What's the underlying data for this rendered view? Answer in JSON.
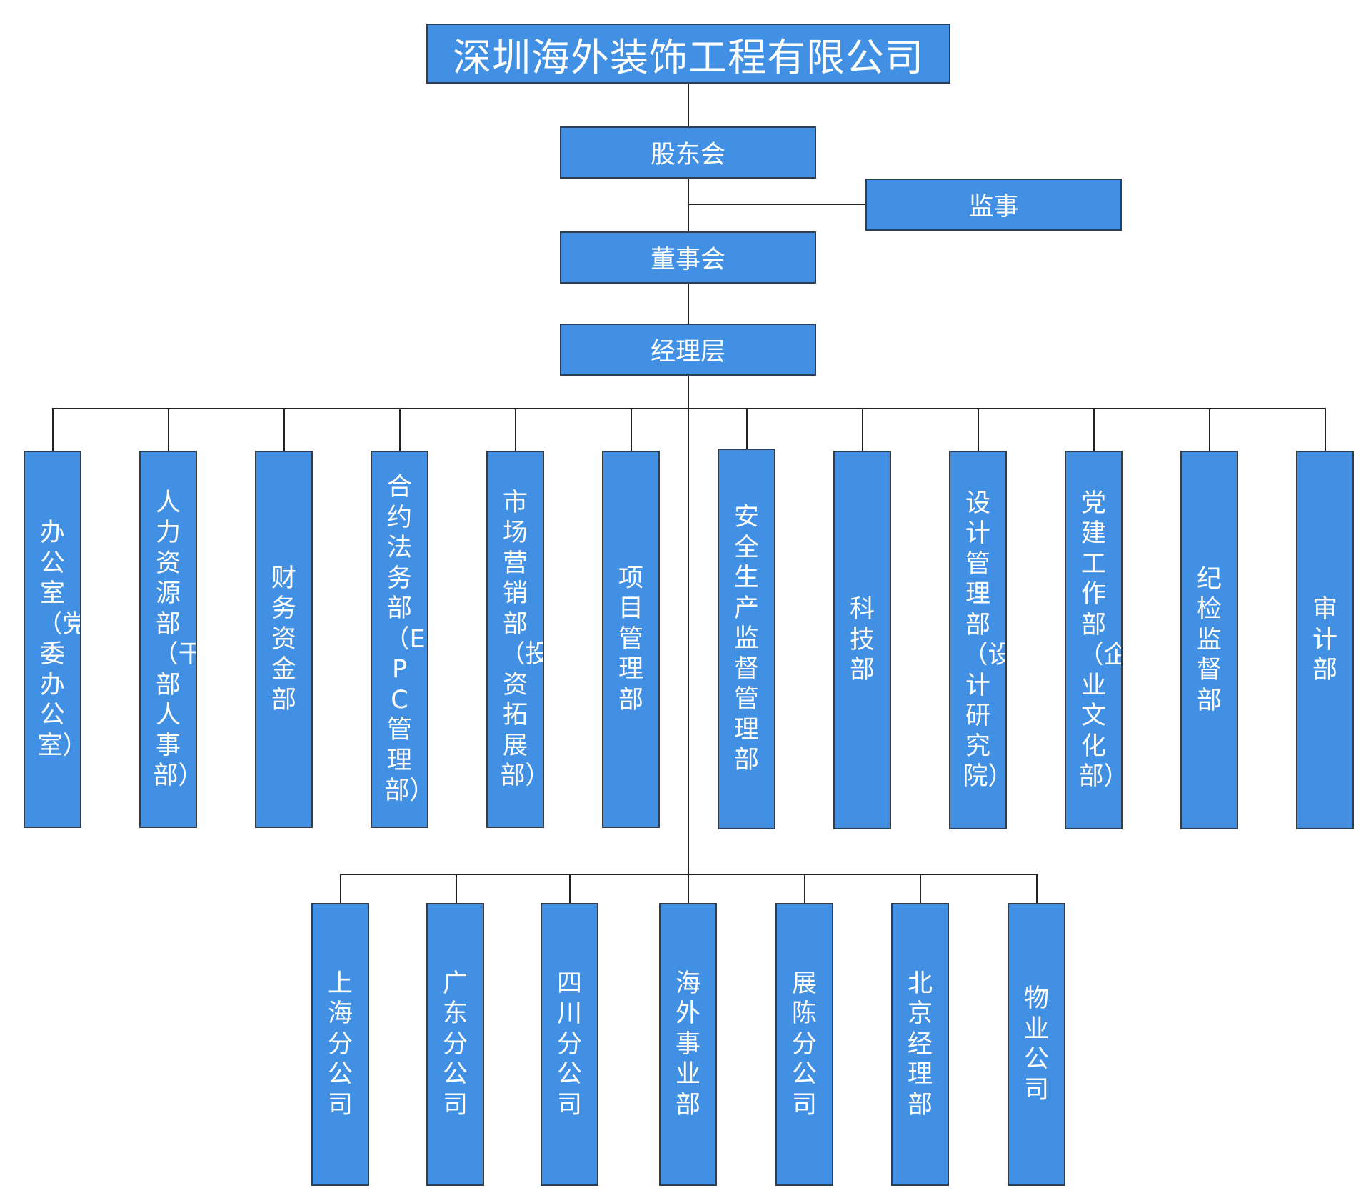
{
  "title": "深圳海外装饰工程有限公司",
  "governance": {
    "shareholders": "股东会",
    "supervisor": "监事",
    "board": "董事会",
    "management": "经理层"
  },
  "departments": [
    {
      "name": "办公室（党委办公室）"
    },
    {
      "name": "人力资源部（干部人事部）"
    },
    {
      "name": "财务资金部"
    },
    {
      "name": "合约法务部（EPC管理部）"
    },
    {
      "name": "市场营销部（投资拓展部）"
    },
    {
      "name": "项目管理部"
    },
    {
      "name": "安全生产监督管理部"
    },
    {
      "name": "科技部"
    },
    {
      "name": "设计管理部（设计研究院）"
    },
    {
      "name": "党建工作部（企业文化部）"
    },
    {
      "name": "纪检监督部"
    },
    {
      "name": "审计部"
    }
  ],
  "branches": [
    {
      "name": "上海分公司"
    },
    {
      "name": "广东分公司"
    },
    {
      "name": "四川分公司"
    },
    {
      "name": "海外事业部"
    },
    {
      "name": "展陈分公司"
    },
    {
      "name": "北京经理部"
    },
    {
      "name": "物业公司"
    }
  ]
}
